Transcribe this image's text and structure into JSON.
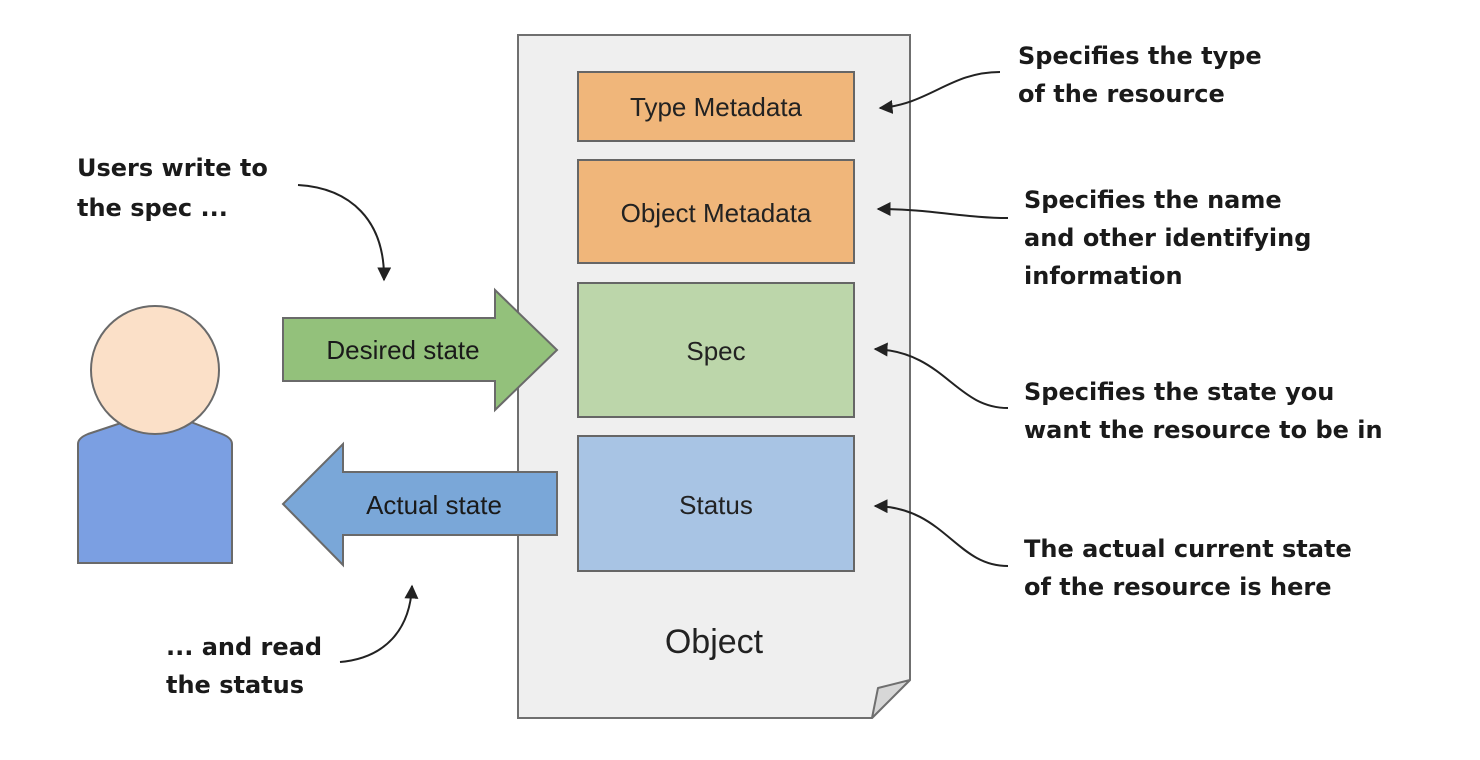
{
  "object_label": "Object",
  "sections": {
    "type_metadata": "Type Metadata",
    "object_metadata": "Object Metadata",
    "spec": "Spec",
    "status": "Status"
  },
  "arrows": {
    "desired_state": "Desired state",
    "actual_state": "Actual state"
  },
  "notes": {
    "users_write": [
      "Users write to",
      "the spec ..."
    ],
    "and_read": [
      "... and read",
      "the status"
    ],
    "type": [
      "Specifies the type",
      "of the resource"
    ],
    "object_meta": [
      "Specifies the name",
      "and other identifying",
      "information"
    ],
    "spec": [
      "Specifies the state you",
      "want the resource to be in"
    ],
    "status": [
      "The actual current state",
      "of the resource is here"
    ]
  },
  "colors": {
    "document_fill": "#efefef",
    "metadata_fill": "#f0b67a",
    "spec_fill": "#bcd6aa",
    "status_fill": "#a8c4e4",
    "desired_arrow_fill": "#93c17b",
    "actual_arrow_fill": "#7aa7d8",
    "person_head_fill": "#fbe0c8",
    "person_body_fill": "#7b9fe2"
  }
}
